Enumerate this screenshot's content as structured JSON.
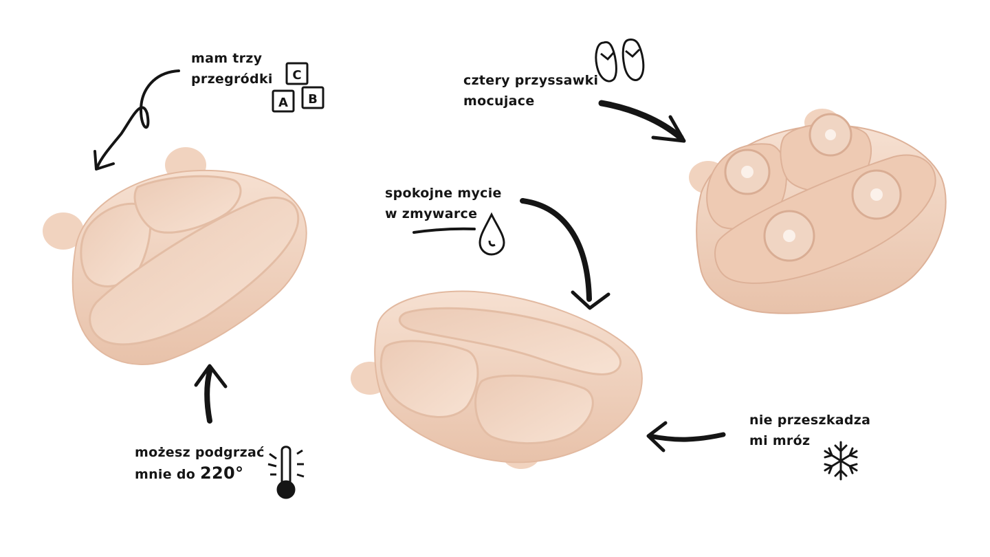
{
  "callouts": {
    "compartments": {
      "line1": "mam trzy",
      "line2": "przegródki"
    },
    "blocks": {
      "c": "C",
      "a": "A",
      "b": "B"
    },
    "suction": {
      "line1": "cztery przyssawki",
      "line2": "mocujace"
    },
    "dishwasher": {
      "line1": "spokojne mycie",
      "line2": "w zmywarce"
    },
    "heat": {
      "line1": "możesz podgrzać",
      "line2_prefix": "mnie do ",
      "temperature": "220°"
    },
    "frost": {
      "line1": "nie przeszkadza",
      "line2": "mi mróz"
    }
  },
  "colors": {
    "plate": "#f2d6c3",
    "plate_shadow": "#e4bda4",
    "plate_highlight": "#fbece1",
    "ink": "#151515"
  },
  "icons": [
    "abc-blocks-icon",
    "flip-flops-icon",
    "water-drop-icon",
    "thermometer-icon",
    "snowflake-icon",
    "arrow-icon"
  ]
}
